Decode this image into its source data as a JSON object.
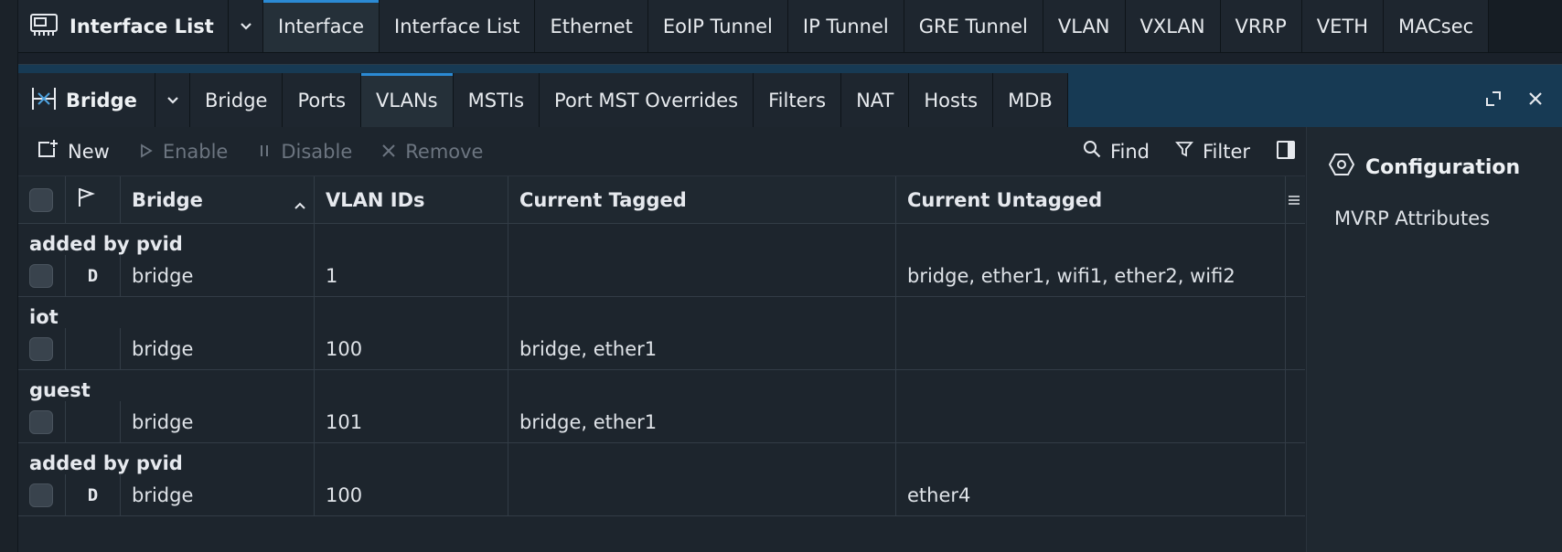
{
  "top_bar": {
    "title": "Interface List",
    "tabs": [
      {
        "label": "Interface",
        "active": true
      },
      {
        "label": "Interface List",
        "active": false
      },
      {
        "label": "Ethernet",
        "active": false
      },
      {
        "label": "EoIP Tunnel",
        "active": false
      },
      {
        "label": "IP Tunnel",
        "active": false
      },
      {
        "label": "GRE Tunnel",
        "active": false
      },
      {
        "label": "VLAN",
        "active": false
      },
      {
        "label": "VXLAN",
        "active": false
      },
      {
        "label": "VRRP",
        "active": false
      },
      {
        "label": "VETH",
        "active": false
      },
      {
        "label": "MACsec",
        "active": false
      }
    ]
  },
  "window": {
    "title": "Bridge",
    "tabs": [
      {
        "label": "Bridge",
        "active": false
      },
      {
        "label": "Ports",
        "active": false
      },
      {
        "label": "VLANs",
        "active": true
      },
      {
        "label": "MSTIs",
        "active": false
      },
      {
        "label": "Port MST Overrides",
        "active": false
      },
      {
        "label": "Filters",
        "active": false
      },
      {
        "label": "NAT",
        "active": false
      },
      {
        "label": "Hosts",
        "active": false
      },
      {
        "label": "MDB",
        "active": false
      }
    ]
  },
  "toolbar": {
    "new_label": "New",
    "enable_label": "Enable",
    "disable_label": "Disable",
    "remove_label": "Remove",
    "find_label": "Find",
    "filter_label": "Filter"
  },
  "table": {
    "headers": {
      "bridge": "Bridge",
      "vlan_ids": "VLAN IDs",
      "current_tagged": "Current Tagged",
      "current_untagged": "Current Untagged"
    },
    "groups": [
      {
        "label": "added by pvid",
        "flag": "D",
        "bridge": "bridge",
        "vlan_ids": "1",
        "current_tagged": "",
        "current_untagged": "bridge, ether1, wifi1, ether2, wifi2"
      },
      {
        "label": "iot",
        "flag": "",
        "bridge": "bridge",
        "vlan_ids": "100",
        "current_tagged": "bridge, ether1",
        "current_untagged": ""
      },
      {
        "label": "guest",
        "flag": "",
        "bridge": "bridge",
        "vlan_ids": "101",
        "current_tagged": "bridge, ether1",
        "current_untagged": ""
      },
      {
        "label": "added by pvid",
        "flag": "D",
        "bridge": "bridge",
        "vlan_ids": "100",
        "current_tagged": "",
        "current_untagged": "ether4"
      }
    ]
  },
  "side_panel": {
    "title": "Configuration",
    "item": "MVRP Attributes"
  },
  "colors": {
    "accent": "#2b8ad4",
    "window_bar": "#173a54",
    "background": "#1a212a"
  }
}
